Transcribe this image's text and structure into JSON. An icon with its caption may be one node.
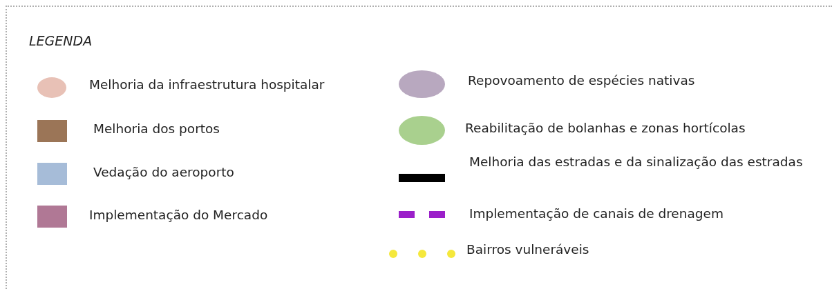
{
  "diagram": {
    "title": "LEGENDA",
    "legend": [
      {
        "text": "Melhoria da infraestrutura hospitalar",
        "color": "#e8c1b6"
      },
      {
        "text": "Melhoria dos portos",
        "color": "#9b7557"
      },
      {
        "text": "Vedação do aeroporto",
        "color": "#a6bcd8"
      },
      {
        "text": "Implementação do Mercado",
        "color": "#b07895"
      },
      {
        "text": "Repovoamento de espécies nativas",
        "color": "#b8a8bf"
      },
      {
        "text": "Reabilitação de bolanhas e zonas hortícolas",
        "color": "#a9d08e"
      },
      {
        "text": "Melhoria das estradas e da sinalização das estradas"
      },
      {
        "text": "Implementação de canais de drenagem"
      },
      {
        "text": "Bairros vulneráveis"
      }
    ]
  }
}
